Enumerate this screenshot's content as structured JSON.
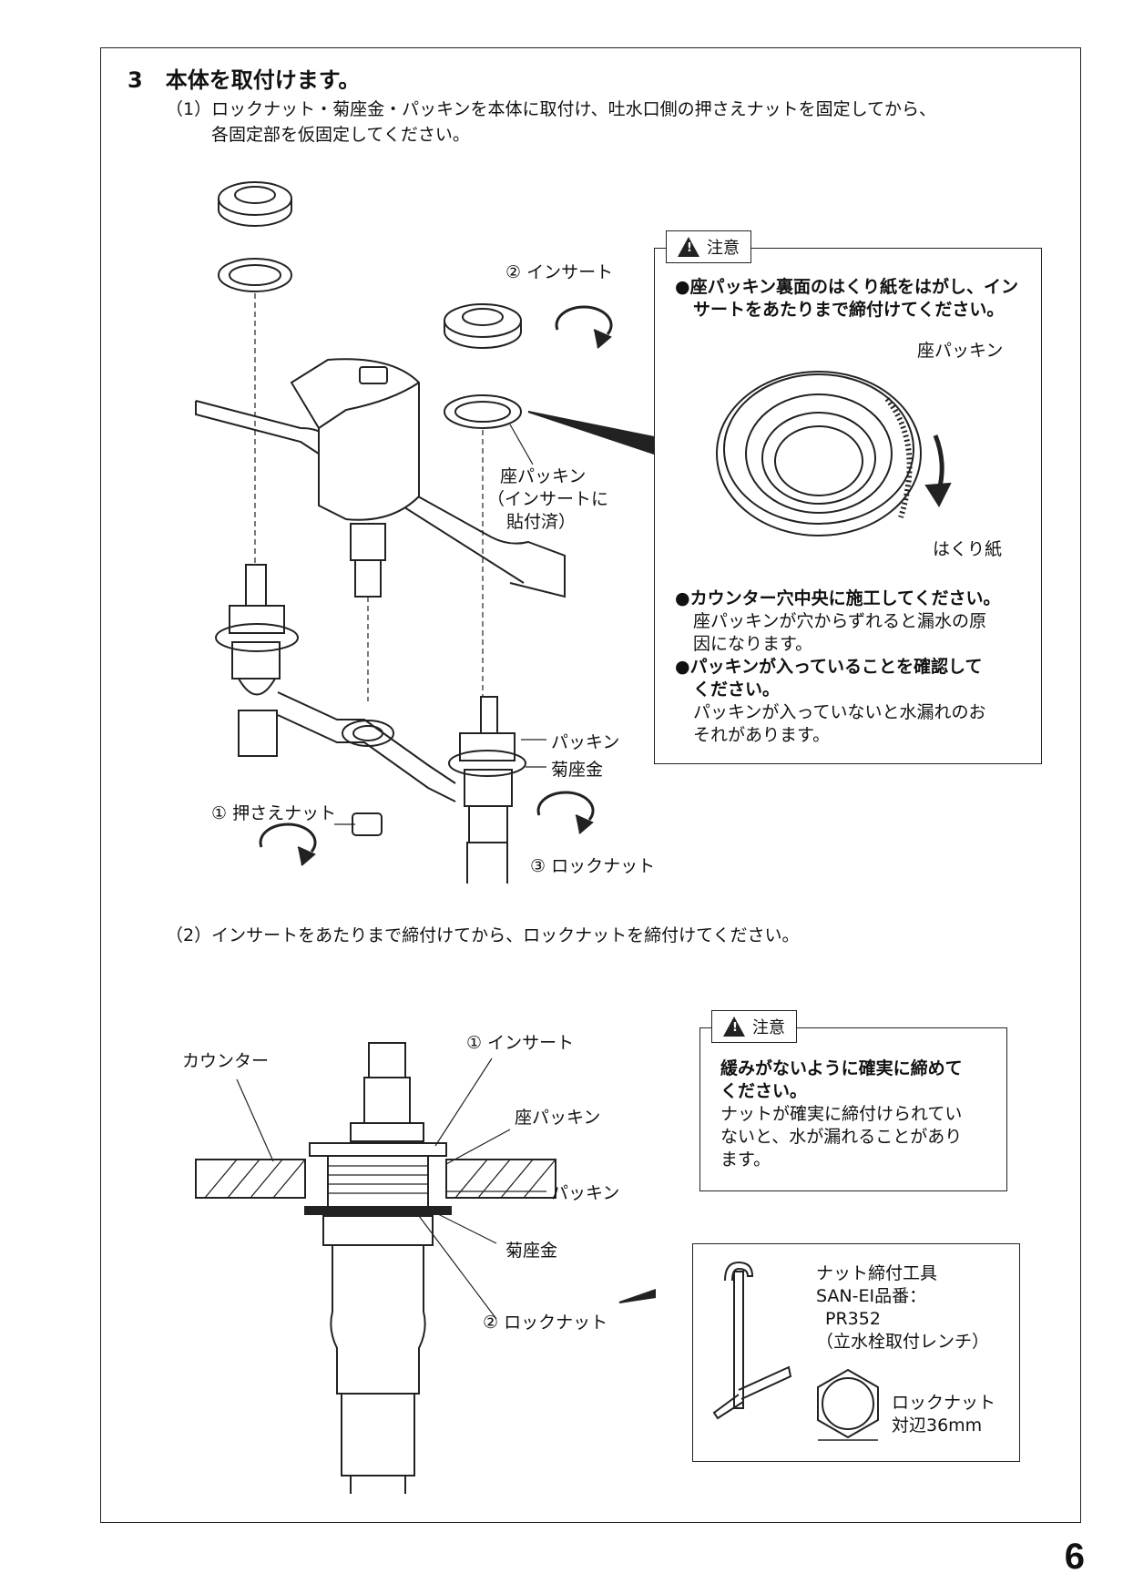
{
  "section": {
    "number": "3",
    "title": "本体を取付けます。"
  },
  "step1": {
    "line1": "（1）ロックナット・菊座金・パッキンを本体に取付け、吐水口側の押さえナットを固定してから、",
    "line2": "各固定部を仮固定してください。"
  },
  "figure1": {
    "insert": "② インサート",
    "seat_packing": "座パッキン",
    "seat_note1": "（インサートに",
    "seat_note2": "貼付済）",
    "packing": "パッキン",
    "washer": "菊座金",
    "press_nut": "① 押さえナット",
    "lock_nut": "③ ロックナット"
  },
  "caution1": {
    "tag": "注意",
    "bullet1a": "●座パッキン裏面のはくり紙をはがし、イン",
    "bullet1b": "サートをあたりまで締付けてください。",
    "label_seat": "座パッキン",
    "label_paper": "はくり紙",
    "bullet2a": "●カウンター穴中央に施工してください。",
    "bullet2b": "座パッキンが穴からずれると漏水の原",
    "bullet2c": "因になります。",
    "bullet3a": "●パッキンが入っていることを確認して",
    "bullet3b": "ください。",
    "bullet3c": "パッキンが入っていないと水漏れのお",
    "bullet3d": "それがあります。"
  },
  "step2": {
    "line": "（2）インサートをあたりまで締付けてから、ロックナットを締付けてください。"
  },
  "figure2": {
    "counter": "カウンター",
    "insert": "① インサート",
    "seat_packing": "座パッキン",
    "packing": "パッキン",
    "washer": "菊座金",
    "lock_nut": "② ロックナット"
  },
  "caution2": {
    "tag": "注意",
    "l1": "緩みがないように確実に締めて",
    "l2": "ください。",
    "l3": "ナットが確実に締付けられてい",
    "l4": "ないと、水が漏れることがあり",
    "l5": "ます。"
  },
  "tool": {
    "l1": "ナット締付工具",
    "l2": "SAN-EI品番：",
    "l3": "PR352",
    "l4": "（立水栓取付レンチ）",
    "nut1": "ロックナット",
    "nut2": "対辺36mm"
  },
  "page_number": "6"
}
